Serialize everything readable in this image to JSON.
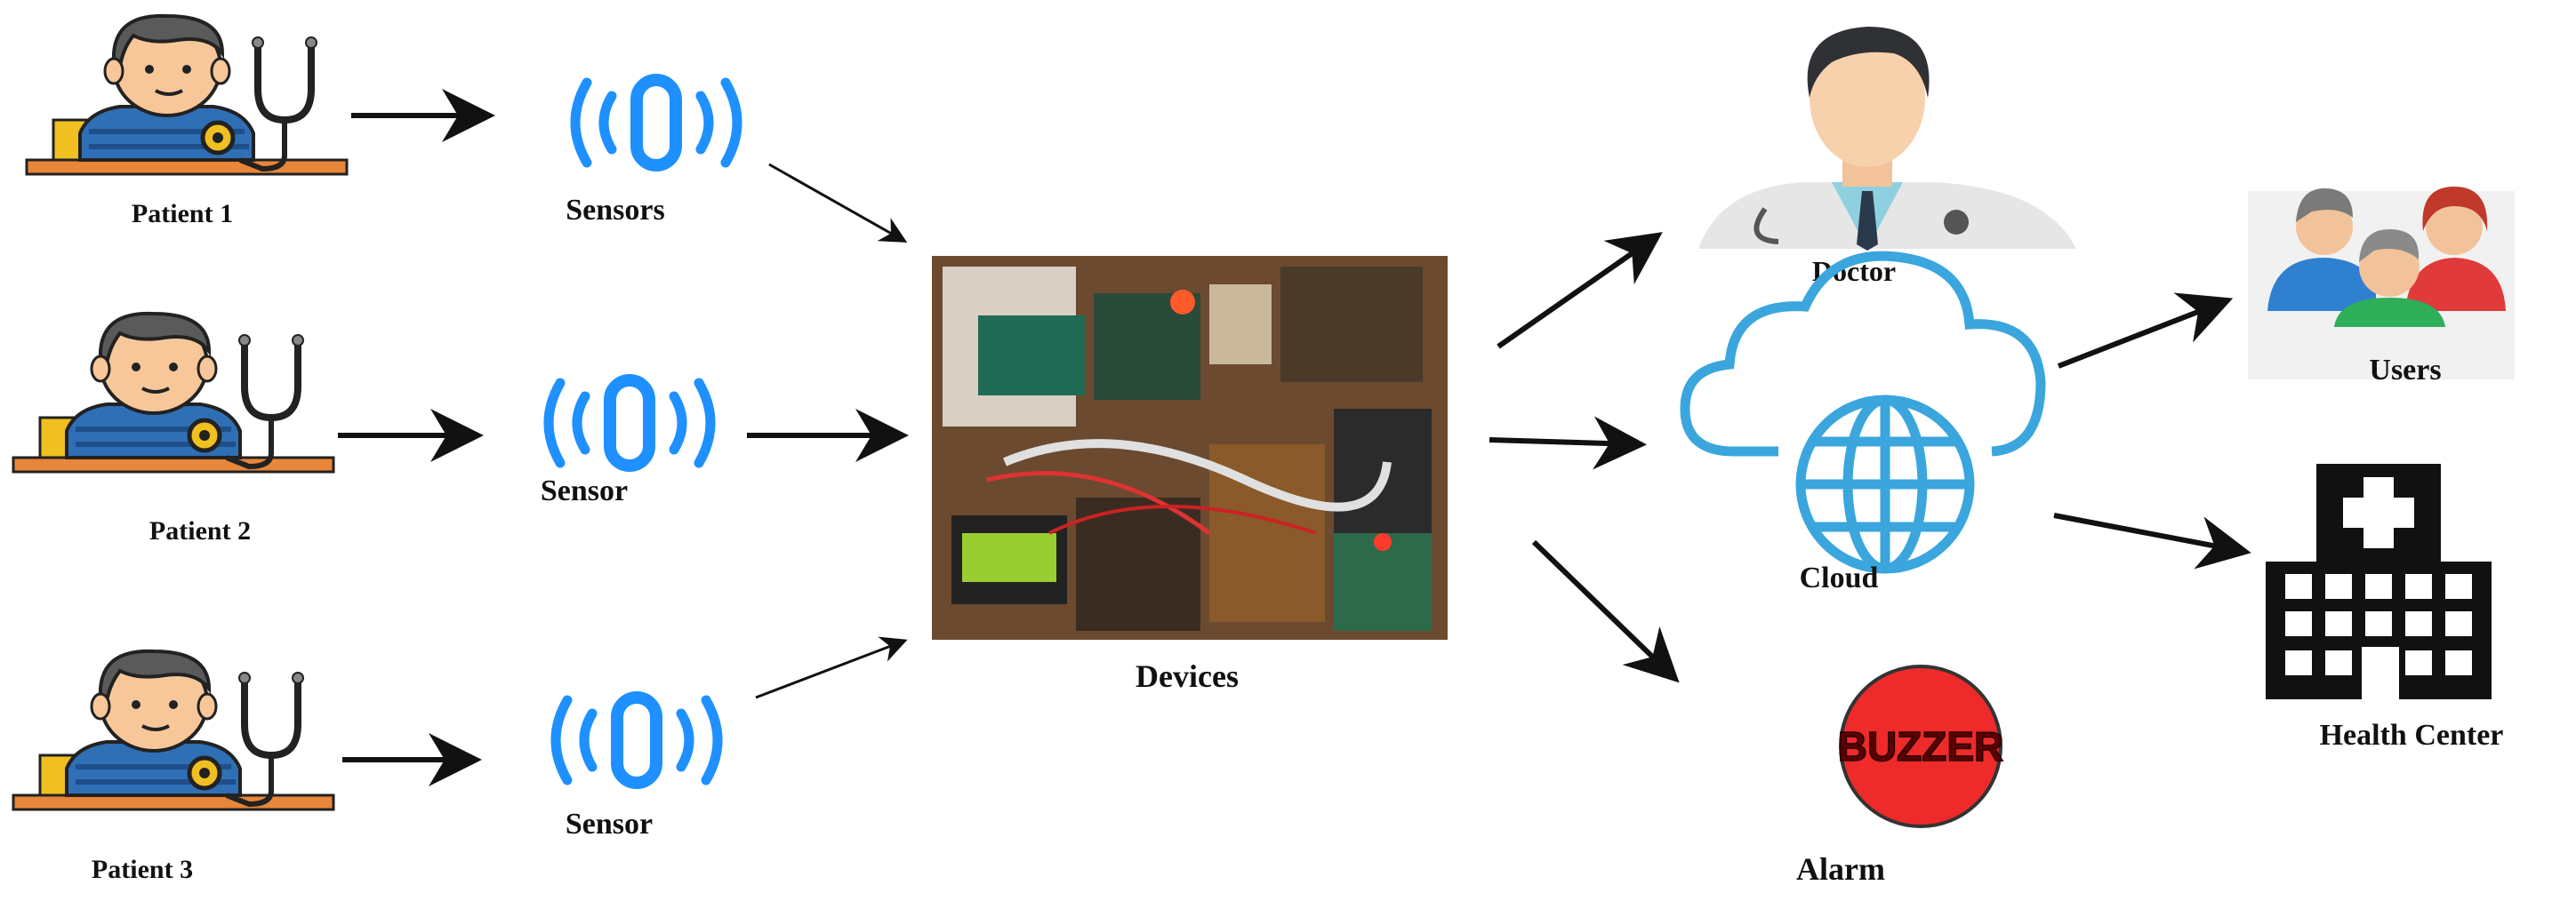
{
  "patients": [
    {
      "label": "Patient 1"
    },
    {
      "label": "Patient 2"
    },
    {
      "label": "Patient 3"
    }
  ],
  "sensors": [
    {
      "label": "Sensors"
    },
    {
      "label": "Sensor"
    },
    {
      "label": "Sensor"
    }
  ],
  "devices": {
    "label": "Devices"
  },
  "doctor": {
    "label": "Doctor"
  },
  "cloud": {
    "label": "Cloud"
  },
  "alarm": {
    "label": "Alarm",
    "buzzer_text": "BUZZER"
  },
  "users": {
    "label": "Users"
  },
  "health_center": {
    "label": "Health Center"
  },
  "colors": {
    "sensor_blue": "#1e90ff",
    "cloud_blue": "#3aa6dd",
    "buzzer_red": "#ee2a2a",
    "patient_shirt": "#2f6fb5",
    "desk_orange": "#e8863a"
  }
}
